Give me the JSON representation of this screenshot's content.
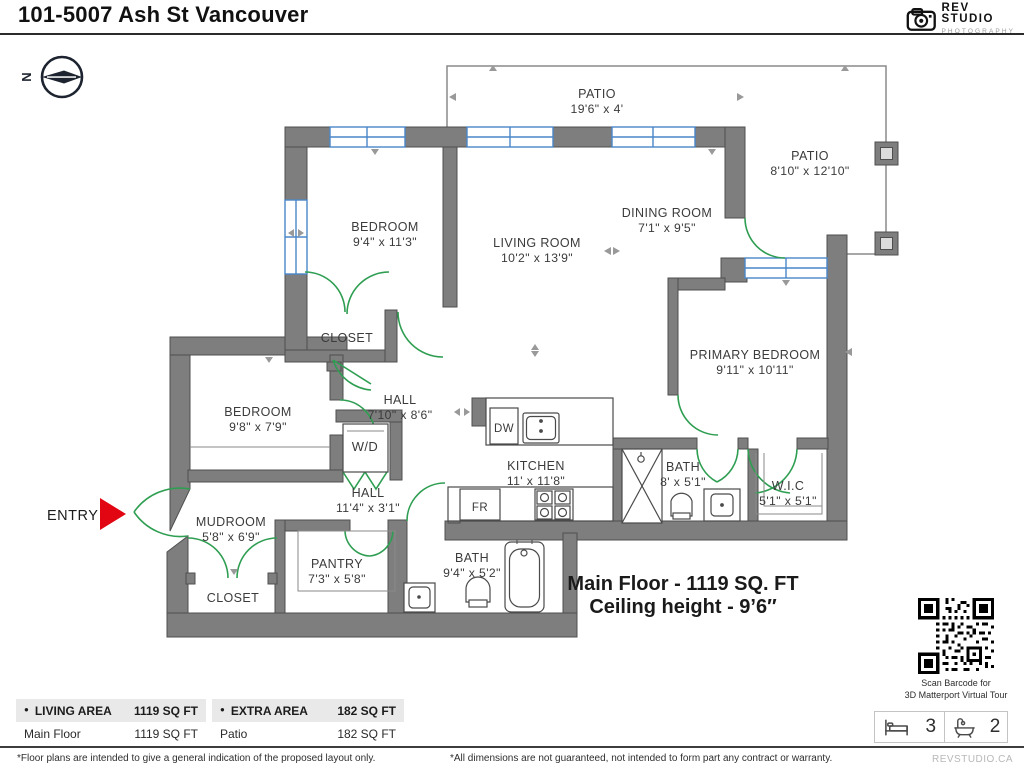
{
  "header": {
    "title": "101-5007 Ash St Vancouver",
    "logo_name": "REV STUDIO",
    "logo_sub": "PHOTOGRAPHY"
  },
  "compass": {
    "north": "N"
  },
  "plan": {
    "entry_label": "ENTRY",
    "floor_line1": "Main Floor - 1119 SQ. FT",
    "floor_line2": "Ceiling height - 9’6″",
    "rooms": {
      "patio_top": {
        "name": "PATIO",
        "dims": "19'6\" x 4'"
      },
      "patio_right": {
        "name": "PATIO",
        "dims": "8'10\" x 12'10\""
      },
      "bedroom2": {
        "name": "BEDROOM",
        "dims": "9'4\" x 11'3\""
      },
      "living": {
        "name": "LIVING ROOM",
        "dims": "10'2\" x 13'9\""
      },
      "dining": {
        "name": "DINING ROOM",
        "dims": "7'1\" x 9'5\""
      },
      "primary": {
        "name": "PRIMARY BEDROOM",
        "dims": "9'11\" x 10'11\""
      },
      "closet2": {
        "name": "CLOSET"
      },
      "bedroom3": {
        "name": "BEDROOM",
        "dims": "9'8\" x 7'9\""
      },
      "hall_upper": {
        "name": "HALL",
        "dims": "7'10\" x 8'6\""
      },
      "wd": {
        "name": "W/D"
      },
      "hall_lower": {
        "name": "HALL",
        "dims": "11'4\" x 3'1\""
      },
      "kitchen": {
        "name": "KITCHEN",
        "dims": "11' x 11'8\""
      },
      "bath_main": {
        "name": "BATH",
        "dims": "8' x 5'1\""
      },
      "wic": {
        "name": "W.I.C",
        "dims": "5'1\" x 5'1\""
      },
      "mudroom": {
        "name": "MUDROOM",
        "dims": "5'8\" x 6'9\""
      },
      "closet_entry": {
        "name": "CLOSET"
      },
      "pantry": {
        "name": "PANTRY",
        "dims": "7'3\" x 5'8\""
      },
      "bath_lower": {
        "name": "BATH",
        "dims": "9'4\" x 5'2\""
      },
      "dw": {
        "name": "DW"
      },
      "fr": {
        "name": "FR"
      }
    }
  },
  "qr": {
    "caption_line1": "Scan Barcode for",
    "caption_line2": "3D Matterport Virtual Tour"
  },
  "stats": {
    "beds": "3",
    "baths": "2"
  },
  "summary": {
    "living": {
      "bullet": "●",
      "header": "LIVING AREA",
      "header_value": "1119 SQ FT",
      "rows": [
        {
          "label": "Main Floor",
          "value": "1119 SQ FT"
        }
      ]
    },
    "extra": {
      "bullet": "●",
      "header": "EXTRA AREA",
      "header_value": "182 SQ FT",
      "rows": [
        {
          "label": "Patio",
          "value": "182 SQ FT"
        }
      ]
    }
  },
  "footer": {
    "note_left": "*Floor plans are intended to give a general indication of the proposed layout only.",
    "note_right": "*All dimensions are not guaranteed, not intended to form part any contract or warranty.",
    "brand": "REVSTUDIO.CA"
  },
  "colors": {
    "wall": "#7e7e7e",
    "wall_outline": "#4f4f4f",
    "window": "#4a86c8",
    "door": "#2f9e52",
    "entry_arrow": "#e20613",
    "label_text": "#3b3b3b"
  }
}
